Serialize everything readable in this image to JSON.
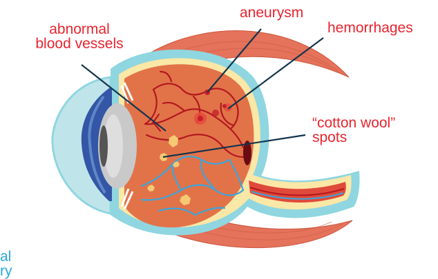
{
  "labels": {
    "abnormal_line1": "abnormal",
    "abnormal_line2": "blood vessels",
    "aneurysm": "aneurysm",
    "hemorrhages": "hemorrhages",
    "cotton_line1": "“cotton wool”",
    "cotton_line2": "spots"
  },
  "cut_off_text": {
    "line1": "al",
    "line2": "ry"
  },
  "colors": {
    "label_red": "#e8242f",
    "leader_line": "#12344d",
    "muscle": "#e5725a",
    "sclera_outer": "#8fd6e0",
    "yellow_layer": "#fbe7a6",
    "retina": "#e27349",
    "vessel_red": "#b3171f",
    "vessel_blue": "#3aa6dd",
    "cotton_spots": "#f6c873",
    "cornea": "#bfe5ea",
    "iris": "#3356a6",
    "lens": "#c9c9c9"
  },
  "icons": {
    "eye": "eye-cross-section-icon"
  }
}
